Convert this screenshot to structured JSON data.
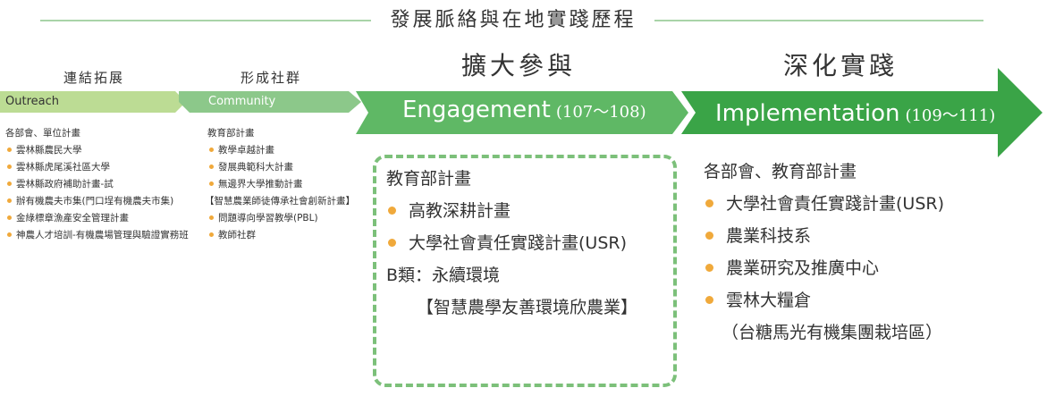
{
  "title": "發展脈絡與在地實踐歷程",
  "stages": {
    "outreach": {
      "zh_label": "連結拓展",
      "en_label": "Outreach"
    },
    "community": {
      "zh_label": "形成社群",
      "en_label": "Community"
    },
    "engagement": {
      "zh_label": "擴大參與",
      "en_label": "Engagement",
      "range": "(107～108)"
    },
    "implementation": {
      "zh_label": "深化實踐",
      "en_label": "Implementation",
      "range": "(109～111)"
    }
  },
  "outreach_list": {
    "heading": "各部會、單位計畫",
    "items": [
      "雲林縣農民大學",
      "雲林縣虎尾溪社區大學",
      "雲林縣政府補助計畫-試",
      "辦有機農夫市集(門口埕有機農夫市集)",
      "金綠標章漁產安全管理計畫",
      "神農人才培訓-有機農場管理與驗證實務班"
    ]
  },
  "community_list": {
    "heading": "教育部計畫",
    "items_a": [
      "教學卓越計畫",
      "發展典範科大計畫",
      "無邊界大學推動計畫"
    ],
    "bracket": "【智慧農業師徒傳承社會創新計畫】",
    "items_b": [
      "問題導向學習教學(PBL)",
      "教師社群"
    ]
  },
  "engagement_list": {
    "heading": "教育部計畫",
    "items": [
      "高教深耕計畫",
      "大學社會責任實踐計畫(USR)"
    ],
    "category": "B類：永續環境",
    "bracket": "【智慧農學友善環境欣農業】"
  },
  "implementation_list": {
    "heading": "各部會、教育部計畫",
    "items": [
      "大學社會責任實踐計畫(USR)",
      "農業科技系",
      "農業研究及推廣中心",
      "雲林大糧倉"
    ],
    "note": "（台糖馬光有機集團栽培區）"
  },
  "colors": {
    "outreach": "#bcdc94",
    "community": "#8cc88a",
    "engagement": "#5fb865",
    "implementation": "#3aa447",
    "bullet": "#f0a93b",
    "dashed": "#7cc07a",
    "line": "#a9d4a8"
  }
}
